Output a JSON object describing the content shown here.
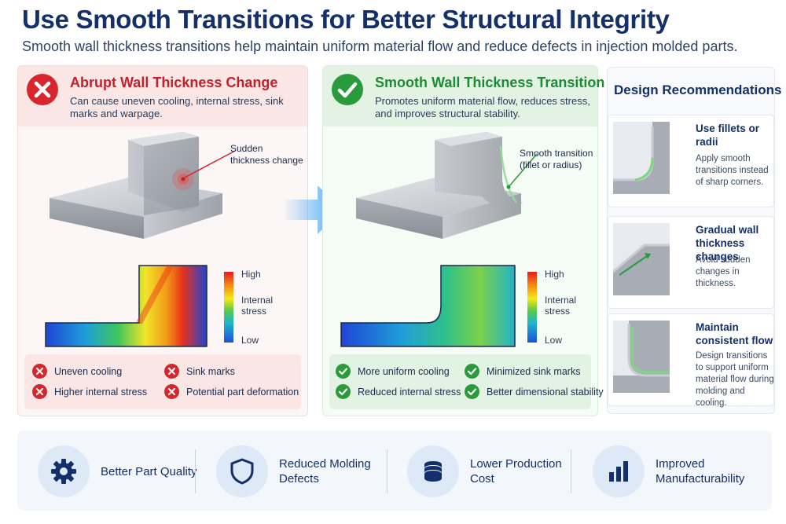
{
  "header": {
    "title": "Use Smooth Transitions for Better Structural Integrity",
    "subtitle": "Smooth wall thickness transitions help maintain uniform material flow and reduce defects in injection molded parts."
  },
  "bad_panel": {
    "title": "Abrupt Wall Thickness Change",
    "description": "Can cause uneven cooling, internal stress, sink marks and warpage.",
    "callout": [
      "Sudden",
      "thickness change"
    ],
    "legend": {
      "high": "High",
      "mid": [
        "Internal",
        "stress"
      ],
      "low": "Low"
    },
    "points": [
      "Uneven cooling",
      "Sink marks",
      "Higher internal stress",
      "Potential part deformation"
    ],
    "accent": "#d7262e"
  },
  "good_panel": {
    "title": "Smooth Wall Thickness Transition",
    "description": "Promotes uniform material flow, reduces stress, and improves structural stability.",
    "callout": [
      "Smooth transition",
      "(fillet or radius)"
    ],
    "legend": {
      "high": "High",
      "mid": [
        "Internal",
        "stress"
      ],
      "low": "Low"
    },
    "points": [
      "More uniform cooling",
      "Minimized sink marks",
      "Reduced internal stress",
      "Better dimensional stability"
    ],
    "accent": "#2a9b3c"
  },
  "recommendations": {
    "title": "Design Recommendations",
    "items": [
      {
        "title": "Use fillets or radii",
        "description": "Apply smooth transitions instead of sharp corners."
      },
      {
        "title": "Gradual wall thickness changes",
        "description": "Avoid sudden changes in thickness."
      },
      {
        "title": "Maintain consistent flow",
        "description": "Design transitions to support uniform material flow during molding and cooling."
      }
    ]
  },
  "benefits": [
    {
      "label": "Better Part Quality",
      "icon": "gear-icon"
    },
    {
      "label": "Reduced Molding Defects",
      "icon": "shield-icon"
    },
    {
      "label": "Lower Production Cost",
      "icon": "coins-icon"
    },
    {
      "label": "Improved Manufacturability",
      "icon": "bar-chart-icon"
    }
  ],
  "colors": {
    "navy": "#14306a",
    "bad": "#d7262e",
    "good": "#2a9b3c",
    "arrow": "#49a8f0"
  }
}
